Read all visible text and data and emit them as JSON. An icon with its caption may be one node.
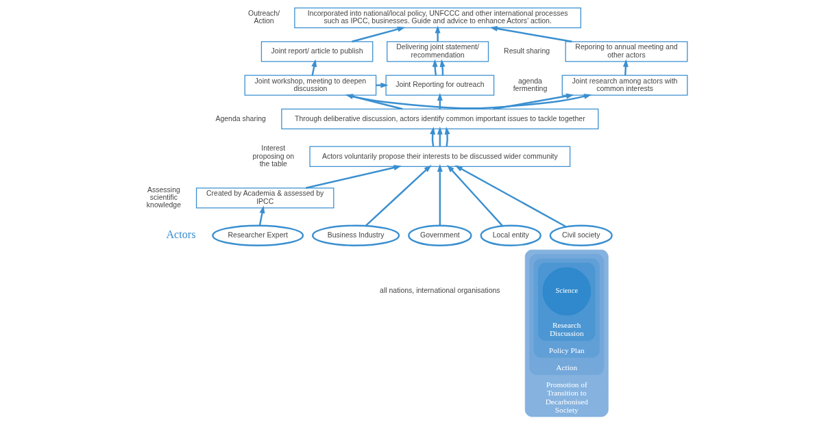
{
  "diagram": {
    "nodes": [
      {
        "text": [
          "Incorporated into national/local policy, UNFCCC and other international processes such as IPCC, businesses. Guide and advice to enhance Actors’ action."
        ]
      },
      {
        "text": [
          "Reporing to annual meeting and other actors"
        ]
      },
      {
        "text": [
          "Joint report/ article to publish"
        ]
      },
      {
        "text": [
          "Delivering joint statement/ recommendation"
        ]
      },
      {
        "text": [
          "Joint research among actors with common interests"
        ]
      },
      {
        "text": [
          "Joint workshop, meeting to deepen discussion"
        ]
      },
      {
        "text": [
          "Joint Reporting for outreach"
        ]
      },
      {
        "text": [
          "Through deliberative discussion, actors identify common important issues to tackle together"
        ]
      },
      {
        "text": [
          "Actors voluntarily propose their interests to be discussed wider community"
        ]
      },
      {
        "text": [
          "Created by Academia & assessed by IPCC"
        ]
      },
      {
        "text": [
          "Researcher Expert"
        ]
      },
      {
        "text": [
          "Business Industry"
        ]
      },
      {
        "text": [
          "Government"
        ]
      },
      {
        "text": [
          "Local entity"
        ]
      },
      {
        "text": [
          "Civil society"
        ]
      },
      {
        "text": [
          "Promotion of Transition to Decarbonised Society"
        ]
      },
      {
        "text": [
          "Action"
        ],
        "in": 15
      },
      {
        "text": [
          "Policy Plan"
        ],
        "in": 16
      },
      {
        "text": [
          "Research Discussion"
        ],
        "in": 17
      },
      {
        "text": [
          "Science"
        ],
        "in": 18
      }
    ],
    "edges": [
      {
        "from": 10,
        "to": 9,
        "arrow": "to"
      },
      {
        "from": 9,
        "to": 8,
        "arrow": "to"
      },
      {
        "from": 11,
        "to": 8,
        "arrow": "to"
      },
      {
        "from": 12,
        "to": 8,
        "arrow": "to"
      },
      {
        "from": 13,
        "to": 8,
        "arrow": "to"
      },
      {
        "from": 14,
        "to": 8,
        "arrow": "to"
      },
      {
        "from": 8,
        "to": 7,
        "arrow": "to"
      },
      {
        "from": 8,
        "to": 7,
        "arrow": "to"
      },
      {
        "from": 8,
        "to": 7,
        "arrow": "to"
      },
      {
        "from": 7,
        "to": 4,
        "arrow": "to"
      },
      {
        "from": 7,
        "to": 5,
        "arrow": "to"
      },
      {
        "from": 7,
        "to": 6,
        "arrow": "to"
      },
      {
        "from": 5,
        "to": 4,
        "arrow": "to"
      },
      {
        "from": 5,
        "to": 6,
        "arrow": "to"
      },
      {
        "from": 4,
        "to": 1,
        "arrow": "to"
      },
      {
        "from": 5,
        "to": 2,
        "arrow": "to"
      },
      {
        "from": 6,
        "to": 3,
        "arrow": "to"
      },
      {
        "from": 6,
        "to": 3,
        "arrow": "to"
      },
      {
        "from": 1,
        "to": 0,
        "arrow": "to"
      },
      {
        "from": 2,
        "to": 0,
        "arrow": "to"
      },
      {
        "from": 3,
        "to": 0,
        "arrow": "to"
      }
    ],
    "labels": [
      "Outreach/ Action",
      "Result sharing",
      "agenda fermenting",
      "Agenda sharing",
      "Interest proposing on the table",
      "Assessing scientific knowledge",
      "Actors",
      "all nations, international organisations"
    ]
  }
}
